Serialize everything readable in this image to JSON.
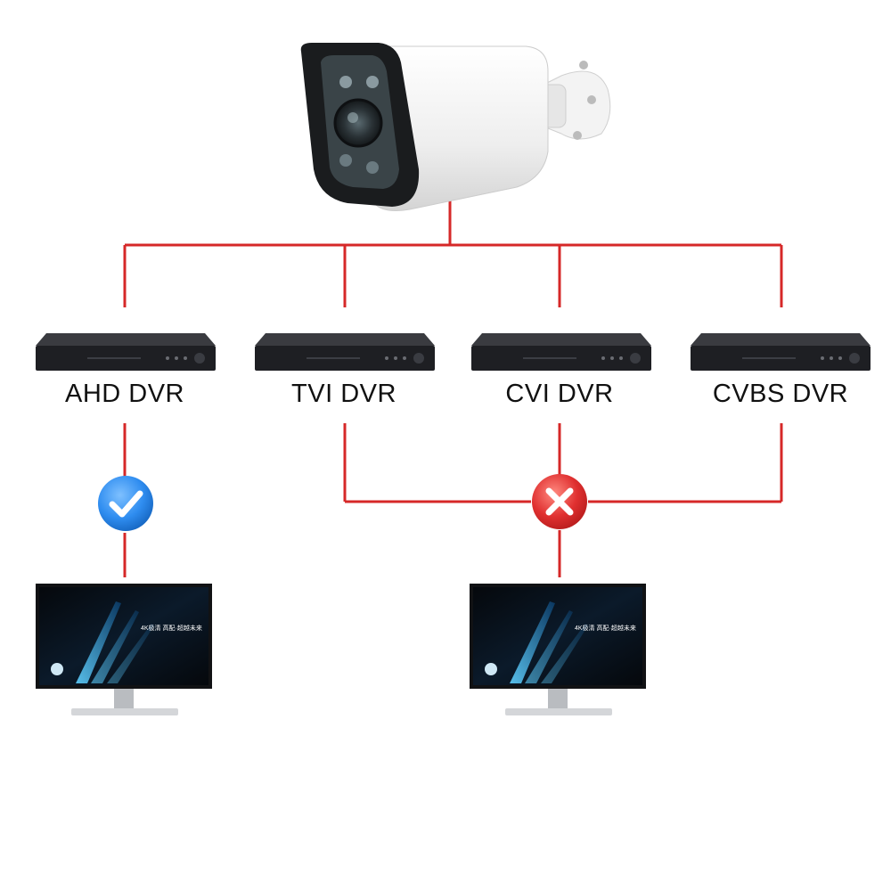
{
  "diagram": {
    "camera": {
      "name": "bullet-camera"
    },
    "dvrs": [
      {
        "id": "ahd",
        "label": "AHD DVR"
      },
      {
        "id": "tvi",
        "label": "TVI DVR"
      },
      {
        "id": "cvi",
        "label": "CVI DVR"
      },
      {
        "id": "cvbs",
        "label": "CVBS DVR"
      }
    ],
    "results": [
      {
        "id": "ok",
        "icon": "check-icon",
        "meaning": "compatible"
      },
      {
        "id": "bad",
        "icon": "cross-icon",
        "meaning": "not compatible"
      }
    ],
    "monitor_caption": "4K极清  高配·超越未来",
    "colors": {
      "line": "#d62828",
      "check": "#2f8df0",
      "cross": "#e03030",
      "device": "#1e1f23",
      "text": "#111111"
    }
  }
}
